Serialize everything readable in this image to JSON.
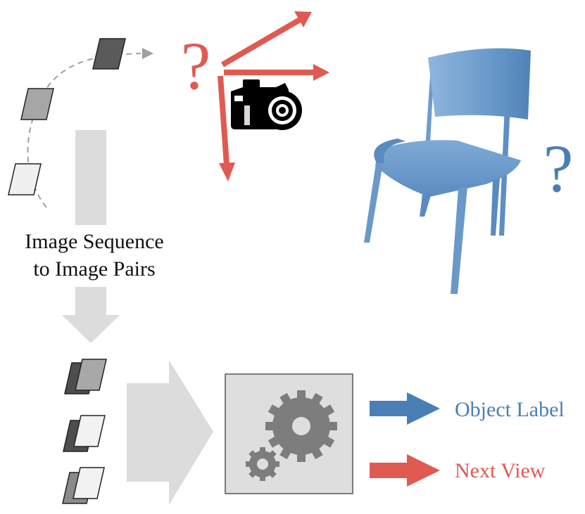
{
  "label_sequence_line1": "Image Sequence",
  "label_sequence_line2": "to Image Pairs",
  "output_object_label": "Object Label",
  "output_next_view": "Next View",
  "question_mark": "?",
  "colors": {
    "red": "#e05a52",
    "blue": "#4a7fb5",
    "chair_blue": "#6d9ccb",
    "flow_gray": "#dcdcdc",
    "gear_gray": "#7d7d7d",
    "box_bg": "#dedede",
    "dashed": "#a0a0a0"
  },
  "icons": [
    "camera-icon",
    "gear-icon",
    "chair-illustration"
  ]
}
